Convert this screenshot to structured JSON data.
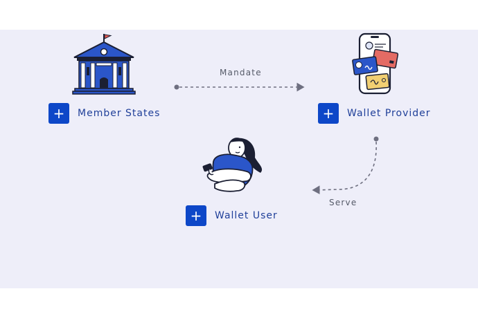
{
  "nodes": {
    "member_states": {
      "label": "Member States",
      "action_icon": "plus-icon"
    },
    "wallet_provider": {
      "label": "Wallet Provider",
      "action_icon": "plus-icon"
    },
    "wallet_user": {
      "label": "Wallet User",
      "action_icon": "plus-icon"
    }
  },
  "edges": {
    "mandate": {
      "label": "Mandate",
      "from": "Member States",
      "to": "Wallet Provider"
    },
    "serve": {
      "label": "Serve",
      "from": "Wallet Provider",
      "to": "Wallet User"
    }
  },
  "icons": {
    "member_states": "government-building-icon",
    "wallet_provider": "phone-wallet-cards-icon",
    "wallet_user": "person-holding-phone-icon"
  },
  "colors": {
    "background": "#eeeef9",
    "accent": "#0d47c8",
    "label_text": "#1f3f99",
    "arrow": "#6e6f80"
  }
}
